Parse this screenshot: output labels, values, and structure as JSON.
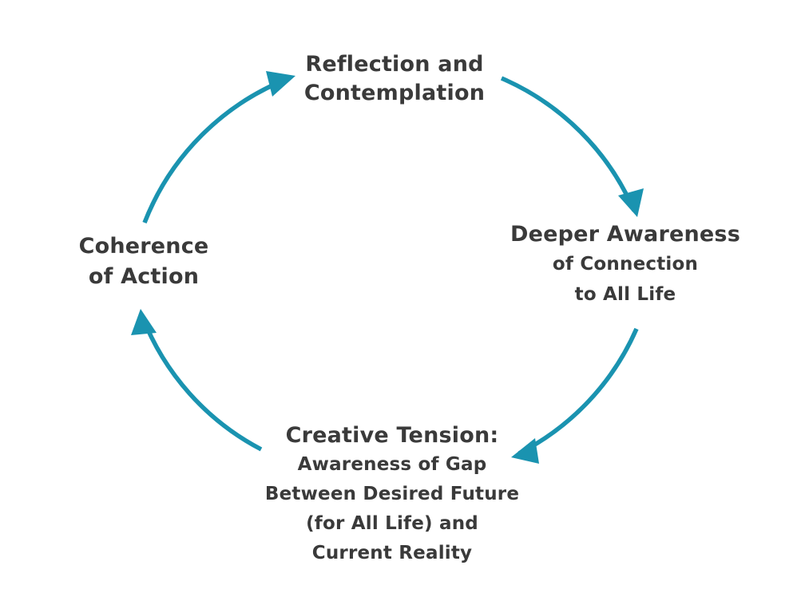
{
  "accent_color": "#1a93b0",
  "text_color": "#3a3a3a",
  "nodes": {
    "top": {
      "lines": [
        "Reflection and",
        "Contemplation"
      ]
    },
    "right": {
      "heading": "Deeper Awareness",
      "lines": [
        "of Connection",
        "to All Life"
      ]
    },
    "bottom": {
      "heading": "Creative Tension:",
      "lines": [
        "Awareness of Gap",
        "Between Desired Future",
        "(for All Life) and",
        "Current Reality"
      ]
    },
    "left": {
      "lines": [
        "Coherence",
        "of Action"
      ]
    }
  }
}
